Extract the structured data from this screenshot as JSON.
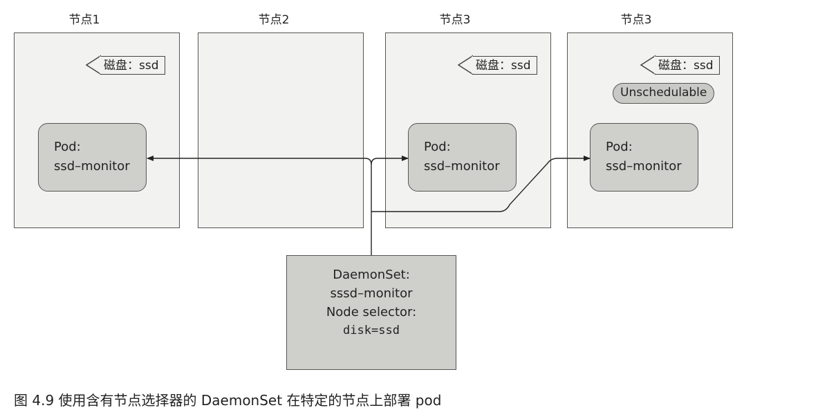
{
  "nodes": [
    {
      "title": "节点1",
      "label": "磁盘：ssd",
      "pod_line1": "Pod:",
      "pod_line2": "ssd–monitor"
    },
    {
      "title": "节点2"
    },
    {
      "title": "节点3",
      "label": "磁盘：ssd",
      "pod_line1": "Pod:",
      "pod_line2": "ssd–monitor"
    },
    {
      "title": "节点3",
      "label": "磁盘：ssd",
      "badge": "Unschedulable",
      "pod_line1": "Pod:",
      "pod_line2": "ssd–monitor"
    }
  ],
  "daemonset": {
    "line1": "DaemonSet:",
    "line2": "sssd–monitor",
    "line3": "Node selector:",
    "line4": "disk=ssd"
  },
  "caption": "图 4.9   使用含有节点选择器的 DaemonSet 在特定的节点上部署 pod"
}
